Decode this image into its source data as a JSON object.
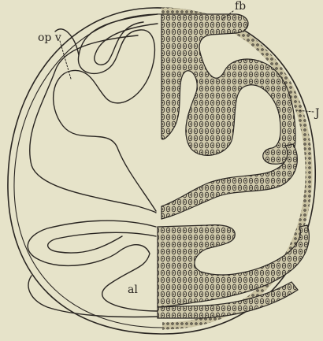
{
  "labels": {
    "opv": "op v",
    "fb": "fb",
    "right": "J",
    "al": "al"
  },
  "colors": {
    "paper": "#e6e3c9",
    "ink": "#2a2622",
    "cell_fill": "#cfc9ab"
  }
}
